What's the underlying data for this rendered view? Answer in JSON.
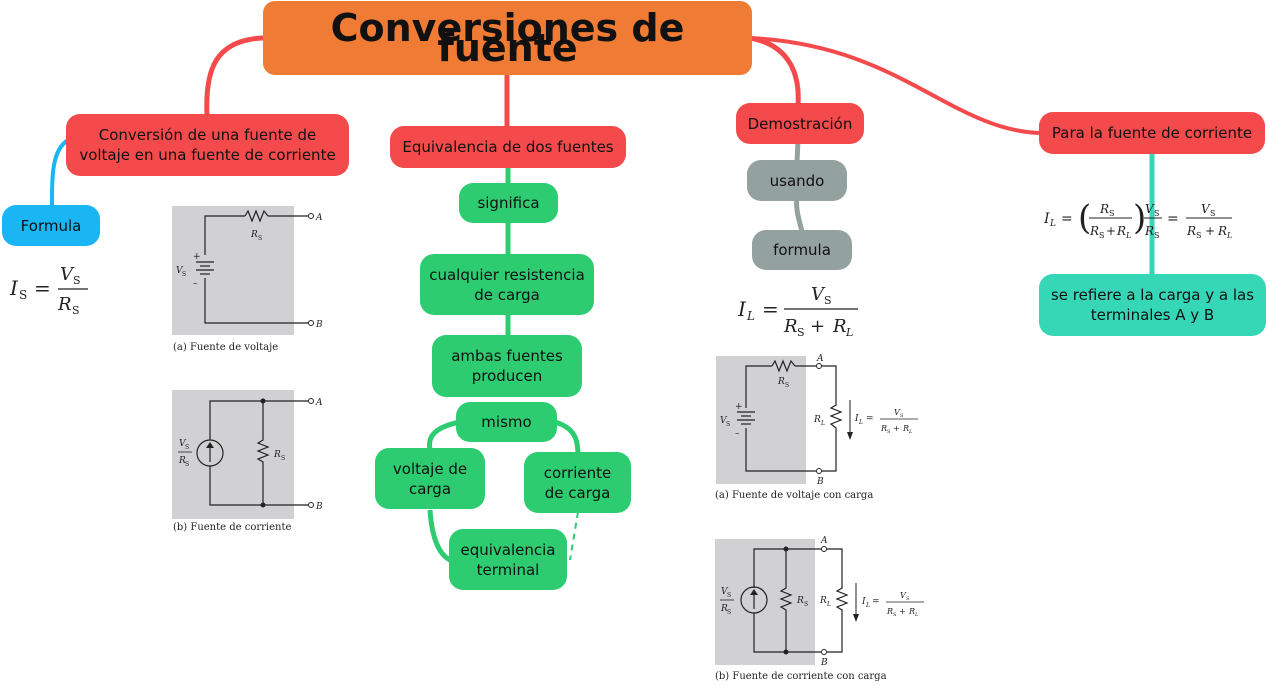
{
  "title": "Conversiones de fuente",
  "branches": {
    "conversion": "Conversión de una fuente de voltaje en una fuente de corriente",
    "formula_label": "Formula",
    "equivalencia": "Equivalencia de dos fuentes",
    "demostracion": "Demostración",
    "para_corriente": "Para la fuente de corriente"
  },
  "equiv_chain": {
    "significa": "significa",
    "cualquier": "cualquier resistencia de carga",
    "ambas": "ambas fuentes producen",
    "mismo": "mismo",
    "voltaje": "voltaje de carga",
    "corriente": "corriente de carga",
    "terminal": "equivalencia terminal"
  },
  "demo_chain": {
    "usando": "usando",
    "formula": "formula"
  },
  "refiere": "se refiere a la carga y a las terminales A y B",
  "captions": {
    "fuente_voltaje": "(a) Fuente de voltaje",
    "fuente_corriente": "(b) Fuente de corriente",
    "voltaje_carga": "(a) Fuente de voltaje con carga",
    "corriente_carga": "(b) Fuente de corriente con carga"
  },
  "labels": {
    "A": "A",
    "B": "B",
    "RS": "R",
    "S": "S",
    "RL": "R",
    "L": "L",
    "VS": "V"
  },
  "colors": {
    "root": "#f07b35",
    "red": "#f44a4c",
    "green": "#2ecc71",
    "grey": "#93a19f",
    "blue": "#1ab6f4",
    "teal": "#36d7b7"
  }
}
